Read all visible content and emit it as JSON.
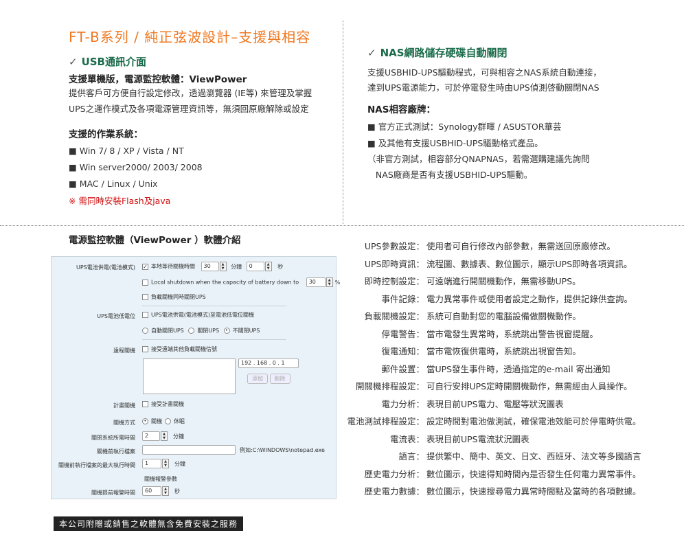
{
  "title": "FT-B系列 / 純正弦波設計–支援與相容",
  "usb": {
    "heading": "USB通訊介面",
    "check": "✓",
    "support": "支援單機版，電源監控軟體：ViewPower",
    "desc": [
      "提供客戶可方便自行設定修改，透過瀏覽器 (IE等) 來管理及掌握",
      "UPS之運作模式及各項電源管理資訊等，無須回原廠解除或設定"
    ],
    "os_heading": "支援的作業系統：",
    "os": [
      "■ Win 7/ 8 / XP / Vista / NT",
      "■ Win server2000/ 2003/ 2008",
      "■ MAC / Linux  / Unix"
    ],
    "note": "※ 需同時安裝Flash及java"
  },
  "nas": {
    "heading": "NAS網路儲存硬碟自動關閉",
    "check": "✓",
    "desc": [
      "支援USBHID-UPS驅動程式，可與相容之NAS系統自動連接，",
      "達到UPS電源能力，可於停電發生時由UPS偵測啓動關閉NAS"
    ],
    "brand_heading": "NAS相容廠牌：",
    "items": [
      "■ 官方正式測試：Synology群暉 / ASUSTOR華芸",
      "■ 及其他有支援USBHID-UPS驅動格式產品。",
      "（非官方測試，相容部分QNAPNAS，若需選購建議先詢問",
      "   NAS廠商是否有支援USBHID-UPS驅動。"
    ]
  },
  "software_heading": "電源監控軟體（ViewPower ）軟體介紹",
  "panel": {
    "battery_mode": "UPS電池供電(電池模式)",
    "wait_label": "本地等待關機時間",
    "wait_min": "30",
    "min_unit": "分鐘",
    "wait_sec": "0",
    "sec_unit": "秒",
    "local_shutdown": "Local shutdown when the capacity of battery down to",
    "capacity": "30",
    "pct": "%",
    "load_off": "負載關機同時關閉UPS",
    "low_battery": "UPS電池低電位",
    "low_battery_opt": "UPS電池供電(電池模式)至電池低電位關機",
    "radio_auto": "自動關閉UPS",
    "radio_off": "關閉UPS",
    "radio_keep": "不關閉UPS",
    "remote": "遠程關機",
    "remote_opt": "接受遠端其他負載關機信號",
    "ip": "192 . 168 .  0  .  1",
    "add": "添加",
    "del": "刪除",
    "schedule": "計畫關機",
    "schedule_opt": "接受計畫關機",
    "mode": "關機方式",
    "mode_shutdown": "關機",
    "mode_sleep": "休眠",
    "close_time": "關閉系統所需時間",
    "close_val": "2",
    "exec_file": "關機前執行檔案",
    "exec_example": "例如:C:\\WINDOWS\\notepad.exe",
    "exec_max": "關機前執行檔案的最大執行時間",
    "exec_val": "1",
    "alarm_params": "關機報警參數",
    "alarm_time": "關機提前報警時間",
    "alarm_val": "60"
  },
  "features": [
    {
      "k": "UPS參數設定：",
      "v": "使用者可自行修改內部參數，無需送回原廠修改。"
    },
    {
      "k": "UPS即時資訊：",
      "v": "流程圖、數據表、數位圖示，顯示UPS即時各項資訊。"
    },
    {
      "k": "即時控制設定：",
      "v": "可遠端進行開關機動作，無需移動UPS。"
    },
    {
      "k": "事件記錄：",
      "v": "電力異常事件或使用者設定之動作，提供記錄供查詢。"
    },
    {
      "k": "負載關機設定：",
      "v": "系統可自動對您的電腦設備做關機動作。"
    },
    {
      "k": "停電警告：",
      "v": "當市電發生異常時，系統跳出警告視窗提醒。"
    },
    {
      "k": "復電通知：",
      "v": "當市電恢復供電時，系統跳出視窗告知。"
    },
    {
      "k": "郵件設置：",
      "v": "當UPS發生事件時，透過指定的e-mail 寄出通知"
    },
    {
      "k": "開關機排程設定：",
      "v": "可自行安排UPS定時開關機動作，無需經由人員操作。"
    },
    {
      "k": "電力分析：",
      "v": "表現目前UPS電力、電壓等狀況圖表"
    },
    {
      "k": "電池測試排程設定：",
      "v": "設定時間對電池做測試，確保電池效能可於停電時供電。"
    },
    {
      "k": "電流表：",
      "v": "表現目前UPS電流狀況圖表"
    },
    {
      "k": "語言：",
      "v": "提供繁中、簡中、英文、日文、西班牙、法文等多國語言"
    },
    {
      "k": "歷史電力分析：",
      "v": "數位圖示，快速得知時間內是否發生任何電力異常事件。"
    },
    {
      "k": "歷史電力數據：",
      "v": "數位圖示，快速搜尋電力異常時間點及當時的各項數據。"
    }
  ],
  "footer_note": "本公司附贈或銷售之軟體無含免費安裝之服務"
}
